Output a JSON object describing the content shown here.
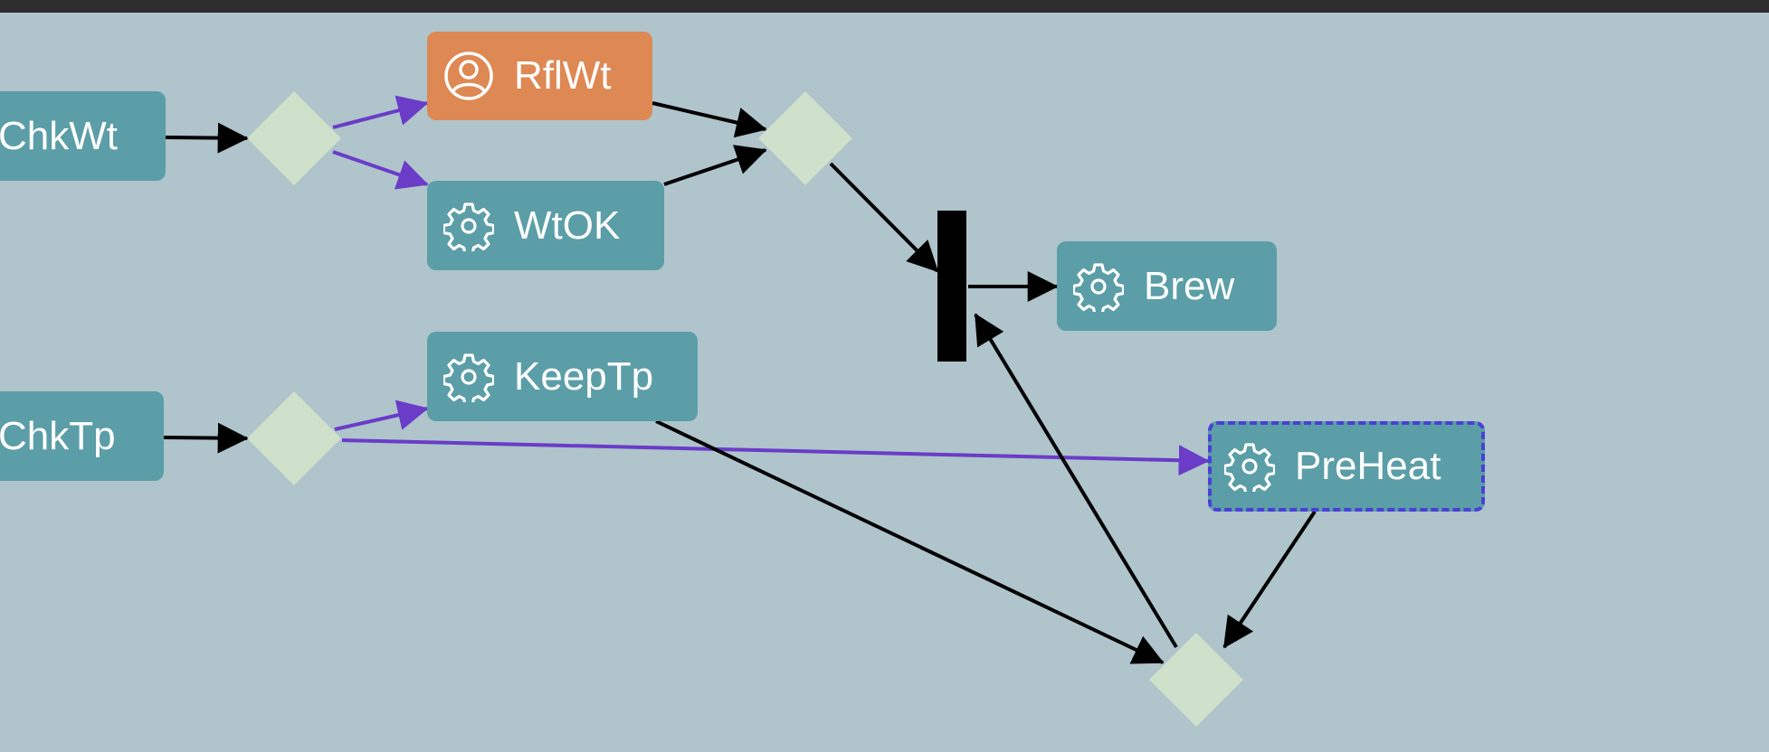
{
  "diagram": {
    "background": "#afc4cb",
    "colors": {
      "task": "#5b9ea7",
      "user_task": "#de8853",
      "gateway": "#cfe0cb",
      "flow": "#000000",
      "conditional_flow": "#6a3cc8",
      "selection": "#4a3fd6"
    },
    "nodes": {
      "chkwt": {
        "label": "ChkWt",
        "kind": "task"
      },
      "rflwt": {
        "label": "RflWt",
        "kind": "user-task",
        "icon": "user-icon"
      },
      "wtok": {
        "label": "WtOK",
        "kind": "service-task",
        "icon": "gear-icon"
      },
      "chktp": {
        "label": "ChkTp",
        "kind": "task"
      },
      "keeptp": {
        "label": "KeepTp",
        "kind": "service-task",
        "icon": "gear-icon"
      },
      "brew": {
        "label": "Brew",
        "kind": "service-task",
        "icon": "gear-icon"
      },
      "preheat": {
        "label": "PreHeat",
        "kind": "service-task",
        "icon": "gear-icon",
        "selected": true
      }
    },
    "gateways": [
      "gateway-1",
      "gateway-2",
      "gateway-3",
      "gateway-4"
    ],
    "join": "parallel-join-bar"
  }
}
